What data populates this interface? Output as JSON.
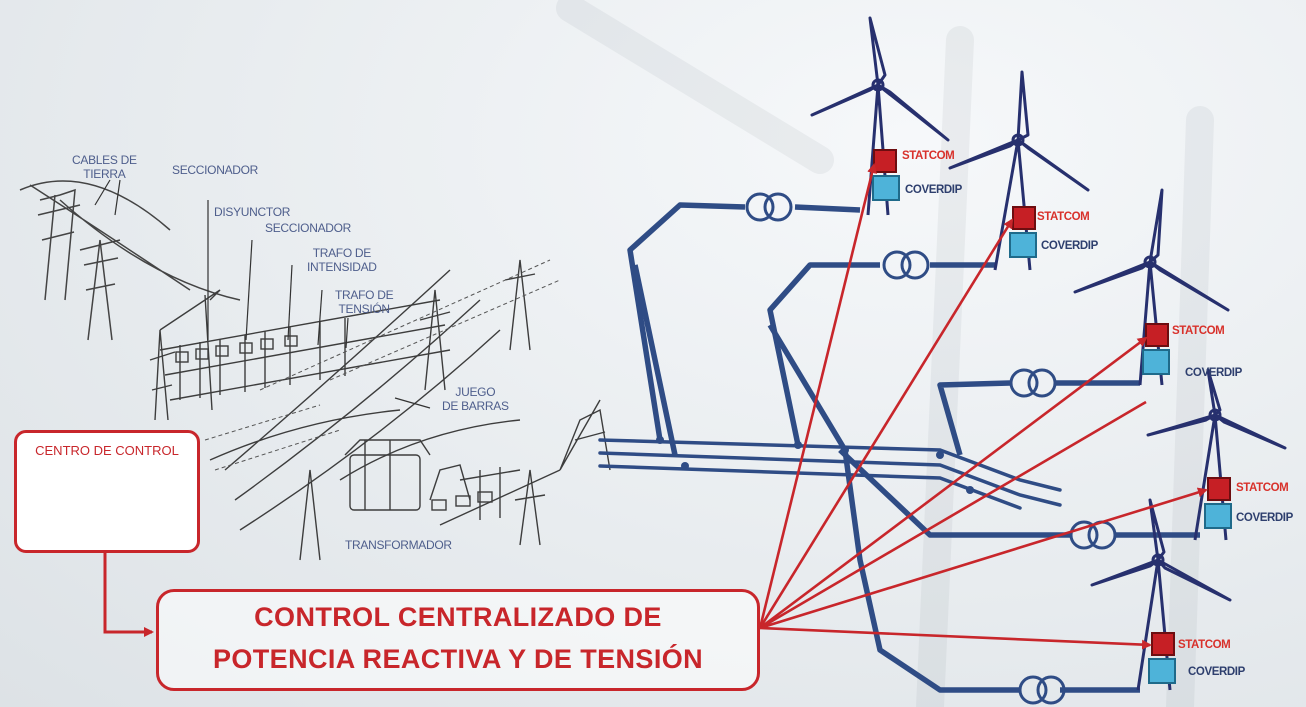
{
  "substation_labels": {
    "cables_de_tierra_1": "CABLES DE",
    "cables_de_tierra_2": "TIERRA",
    "seccionador_1": "SECCIONADOR",
    "disyunctor": "DISYUNCTOR",
    "seccionador_2": "SECCIONADOR",
    "trafo_intensidad_1": "TRAFO DE",
    "trafo_intensidad_2": "INTENSIDAD",
    "trafo_tension_1": "TRAFO DE",
    "trafo_tension_2": "TENSIÓN",
    "juego_barras_1": "JUEGO",
    "juego_barras_2": "DE BARRAS",
    "transformador": "TRANSFORMADOR"
  },
  "control_center": {
    "title": "CENTRO DE CONTROL"
  },
  "central_control": {
    "line1": "CONTROL CENTRALIZADO DE",
    "line2": "POTENCIA REACTIVA Y DE TENSIÓN"
  },
  "turbines": [
    {
      "statcom": "STATCOM",
      "coverdip": "COVERDIP"
    },
    {
      "statcom": "STATCOM",
      "coverdip": "COVERDIP"
    },
    {
      "statcom": "STATCOM",
      "coverdip": "COVERDIP"
    },
    {
      "statcom": "STATCOM",
      "coverdip": "COVERDIP"
    },
    {
      "statcom": "STATCOM",
      "coverdip": "COVERDIP"
    }
  ],
  "colors": {
    "control_red": "#c8262b",
    "line_blue": "#2f4c85",
    "turbine_blue": "#27306e",
    "statcom_red": "#c61f25",
    "coverdip_cyan": "#4eb3d9",
    "sketch_gray": "#444444"
  }
}
